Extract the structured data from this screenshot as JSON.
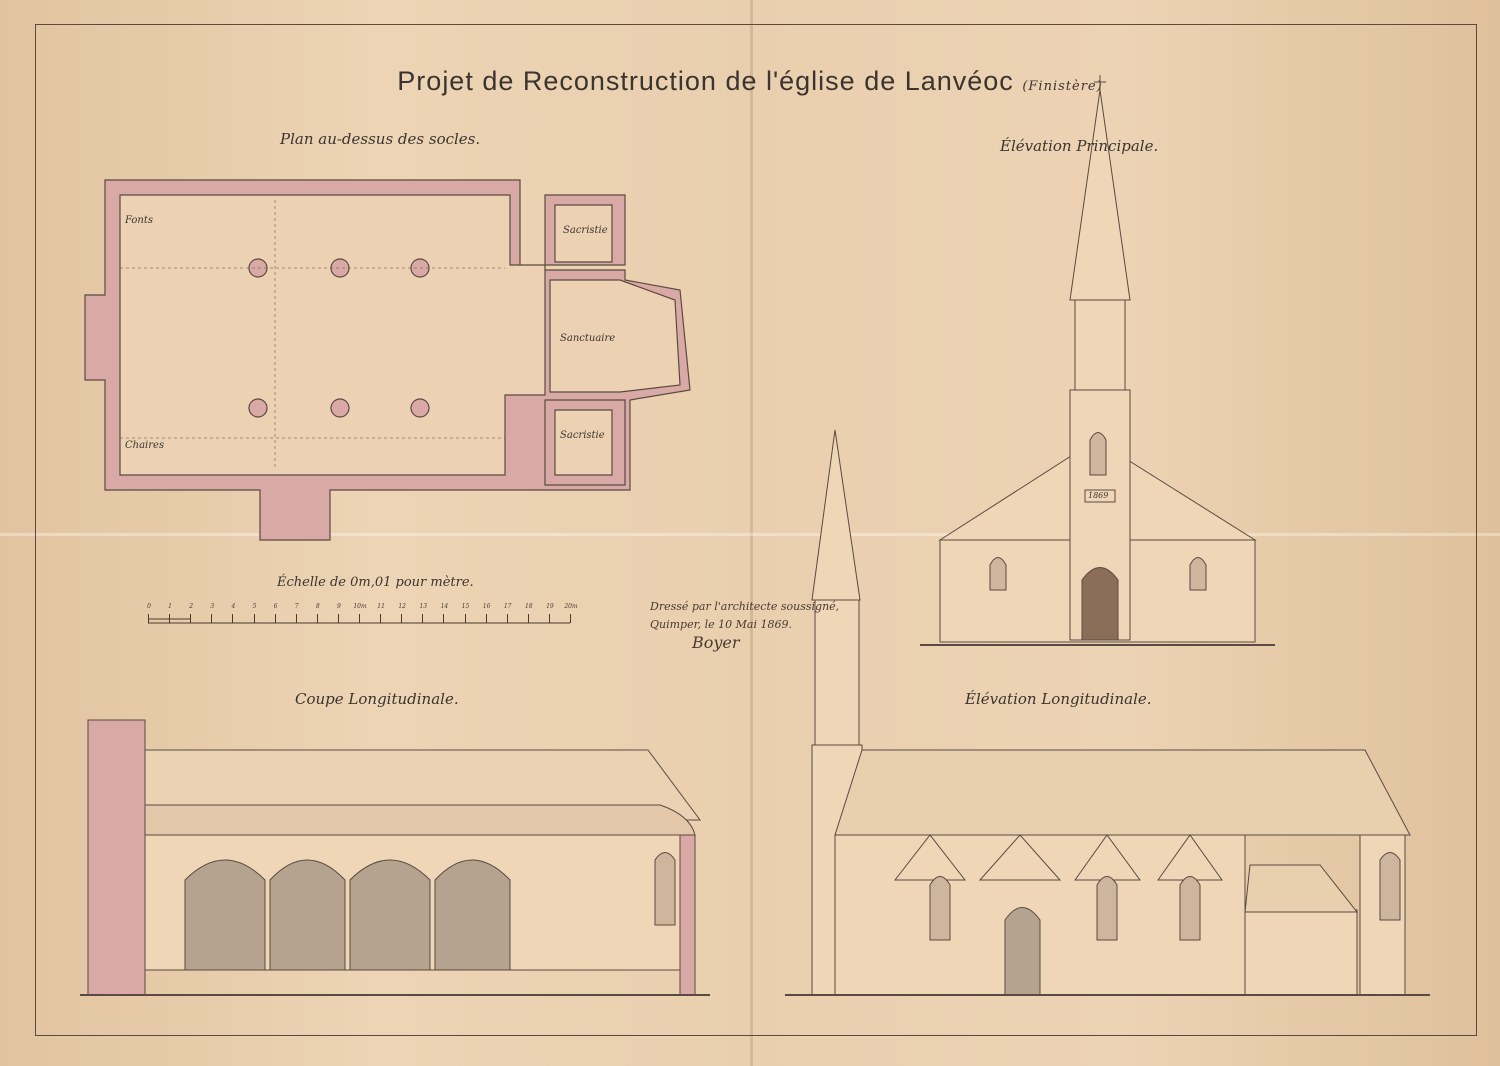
{
  "title": "Projet de Reconstruction de l'église de Lanvéoc",
  "title_suffix": "(Finistère)",
  "views": {
    "plan": "Plan au-dessus des socles.",
    "elevation_principale": "Élévation Principale.",
    "coupe": "Coupe Longitudinale.",
    "elevation_longitudinale": "Élévation Longitudinale."
  },
  "rooms": {
    "fonts": "Fonts",
    "sacristie_1": "Sacristie",
    "sanctuaire": "Sanctuaire",
    "sacristie_2": "Sacristie",
    "chaires": "Chaires"
  },
  "scale": {
    "label": "Échelle de 0m,01 pour mètre.",
    "ticks": [
      "0",
      "1",
      "2",
      "3",
      "4",
      "5",
      "6",
      "7",
      "8",
      "9",
      "10m",
      "11",
      "12",
      "13",
      "14",
      "15",
      "16",
      "17",
      "18",
      "19",
      "20m"
    ]
  },
  "signature": {
    "line1": "Dressé par l'architecte soussigné,",
    "line2": "Quimper, le 10 Mai 1869.",
    "name": "Boyer"
  },
  "date_plaque": "1869"
}
